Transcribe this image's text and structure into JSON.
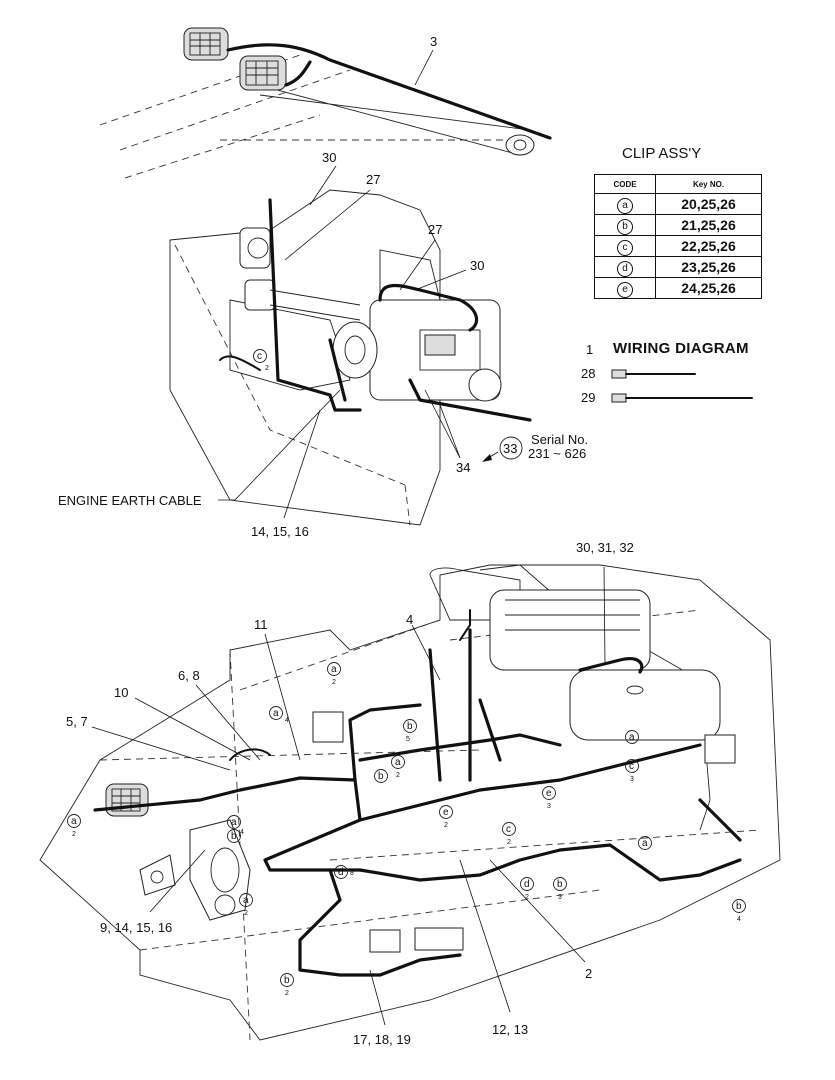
{
  "callouts": {
    "c3": "3",
    "c30_top": "30",
    "c27_top": "27",
    "c27_mid": "27",
    "c30_mid": "30",
    "c34": "34",
    "engine_earth": "ENGINE EARTH CABLE",
    "c14_15_16": "14, 15, 16",
    "c30_31_32": "30, 31, 32",
    "c4": "4",
    "c11": "11",
    "c6_8": "6, 8",
    "c10": "10",
    "c5_7": "5, 7",
    "c9_14_15_16": "9, 14, 15, 16",
    "c2": "2",
    "c12_13": "12, 13",
    "c17_18_19": "17, 18, 19"
  },
  "clip_table": {
    "title": "CLIP ASS'Y",
    "header_code": "CODE",
    "header_key": "Key NO.",
    "rows": [
      {
        "code": "a",
        "keys": "20,25,26"
      },
      {
        "code": "b",
        "keys": "21,25,26"
      },
      {
        "code": "c",
        "keys": "22,25,26"
      },
      {
        "code": "d",
        "keys": "23,25,26"
      },
      {
        "code": "e",
        "keys": "24,25,26"
      }
    ]
  },
  "legend": {
    "wiring_num": "1",
    "wiring_label": "WIRING DIAGRAM",
    "tie28": "28",
    "tie29": "29"
  },
  "serial": {
    "badge": "33",
    "line1": "Serial No.",
    "line2": "231 ~ 626"
  },
  "clip_markers": [
    {
      "letter": "c",
      "sub": "2"
    },
    {
      "letter": "a",
      "sub": "2"
    },
    {
      "letter": "a",
      "sub": "4"
    },
    {
      "letter": "b",
      "sub": "5"
    },
    {
      "letter": "a",
      "sub": "2"
    },
    {
      "letter": "b",
      "sub": ""
    },
    {
      "letter": "a",
      "sub": "4"
    },
    {
      "letter": "a",
      "sub": "2"
    },
    {
      "letter": "a",
      "sub": ""
    },
    {
      "letter": "e",
      "sub": "2"
    },
    {
      "letter": "e",
      "sub": "3"
    },
    {
      "letter": "c",
      "sub": "2"
    },
    {
      "letter": "c",
      "sub": "3"
    },
    {
      "letter": "a",
      "sub": ""
    },
    {
      "letter": "d",
      "sub": "8"
    },
    {
      "letter": "d",
      "sub": "2"
    },
    {
      "letter": "b",
      "sub": "3"
    },
    {
      "letter": "b",
      "sub": "4"
    },
    {
      "letter": "b",
      "sub": "2"
    },
    {
      "letter": "a",
      "sub": "2"
    },
    {
      "letter": "b",
      "sub": ""
    }
  ]
}
